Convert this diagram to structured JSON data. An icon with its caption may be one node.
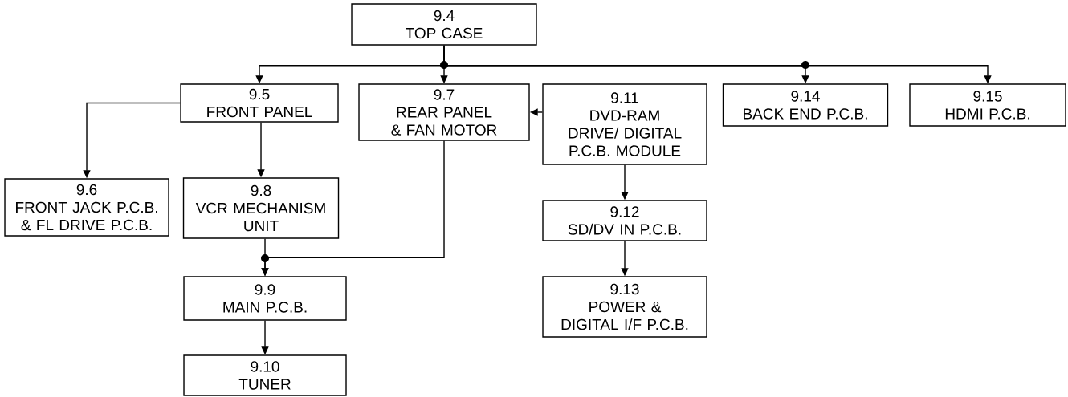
{
  "diagram": {
    "nodes": [
      {
        "text": [
          "9.4",
          "TOP CASE"
        ]
      },
      {
        "text": [
          "9.5",
          "FRONT PANEL"
        ]
      },
      {
        "text": [
          "9.7",
          "REAR PANEL & FAN MOTOR"
        ]
      },
      {
        "text": [
          "9.11",
          "DVD-RAM DRIVE/ DIGITAL P.C.B. MODULE"
        ]
      },
      {
        "text": [
          "9.14",
          "BACK END P.C.B."
        ]
      },
      {
        "text": [
          "9.15",
          "HDMI P.C.B."
        ]
      },
      {
        "text": [
          "9.6",
          "FRONT JACK P.C.B. & FL DRIVE P.C.B."
        ]
      },
      {
        "text": [
          "9.8",
          "VCR MECHANISM UNIT"
        ]
      },
      {
        "text": [
          "9.12",
          "SD/DV IN P.C.B."
        ]
      },
      {
        "text": [
          "9.9",
          "MAIN P.C.B."
        ]
      },
      {
        "text": [
          "9.13",
          "POWER & DIGITAL I/F P.C.B."
        ]
      },
      {
        "text": [
          "9.10",
          "TUNER"
        ]
      }
    ],
    "edges": [
      {
        "from": 0,
        "to": 1,
        "arrow": "to"
      },
      {
        "from": 0,
        "to": 2,
        "arrow": "to"
      },
      {
        "from": 0,
        "to": 4,
        "arrow": "to"
      },
      {
        "from": 0,
        "to": 5,
        "arrow": "to"
      },
      {
        "from": 1,
        "to": 6,
        "arrow": "to"
      },
      {
        "from": 1,
        "to": 7,
        "arrow": "to"
      },
      {
        "from": 3,
        "to": 2,
        "arrow": "to"
      },
      {
        "from": 3,
        "to": 8,
        "arrow": "to"
      },
      {
        "from": 8,
        "to": 10,
        "arrow": "to"
      },
      {
        "from": 7,
        "to": 9,
        "arrow": "to"
      },
      {
        "from": 2,
        "to": 9,
        "arrow": "to"
      },
      {
        "from": 9,
        "to": 11,
        "arrow": "to"
      }
    ]
  }
}
